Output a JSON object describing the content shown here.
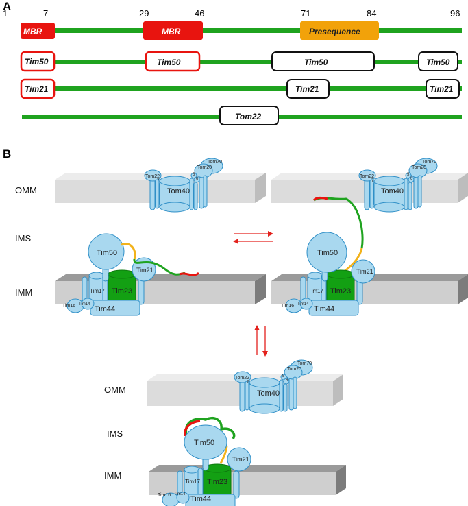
{
  "panel_a": {
    "letter": "A",
    "positions": [
      "1",
      "7",
      "29",
      "46",
      "71",
      "84",
      "96"
    ],
    "regions": {
      "mbr1": "MBR",
      "mbr2": "MBR",
      "presequence": "Presequence"
    },
    "tim50_row": [
      "Tim50",
      "Tim50",
      "Tim50",
      "Tim50"
    ],
    "tim21_row": [
      "Tim21",
      "Tim21",
      "Tim21"
    ],
    "tom22_row": [
      "Tom22"
    ],
    "colors": {
      "backbone": "#1fa31f",
      "mbr": "#e8140f",
      "presequence": "#f2a20a",
      "red_outline": "#e8140f"
    }
  },
  "panel_b": {
    "letter": "B",
    "membranes": {
      "omm": "OMM",
      "ims": "IMS",
      "imm": "IMM"
    },
    "tom_complex": {
      "tom40": "Tom40",
      "tom22": "Tom22",
      "tom20": "Tom20",
      "tom70": "Tom70",
      "tom5": "5",
      "tom6": "6",
      "tom7": "7"
    },
    "tim_complex": {
      "tim50": "Tim50",
      "tim21": "Tim21",
      "tim17": "Tim17",
      "tim23": "Tim23",
      "tim44": "Tim44",
      "tim16": "Tim16",
      "tim14": "Tim14"
    },
    "colors": {
      "protein_fill": "#a9d8ef",
      "protein_stroke": "#2f8fc7",
      "tim23": "#13a013",
      "arrow": "#e3211c",
      "membrane": "#d9d9d9"
    }
  }
}
